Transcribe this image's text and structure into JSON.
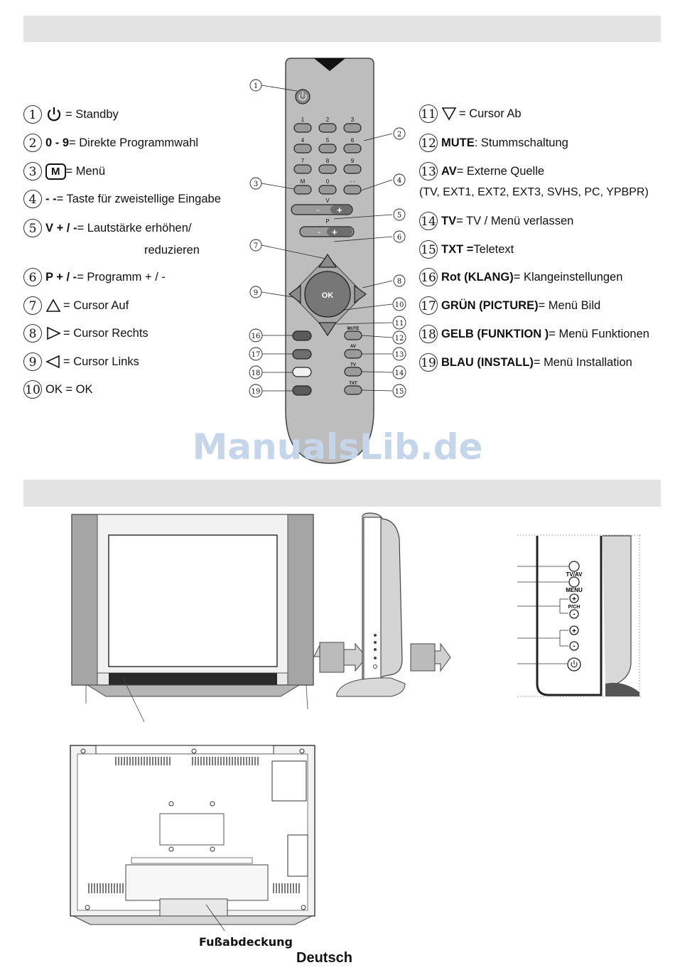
{
  "legend_left": [
    {
      "num": "1",
      "icon": "power-icon",
      "bold": "",
      "text": "= Standby"
    },
    {
      "num": "2",
      "icon": "",
      "bold": "0 - 9",
      "text": " = Direkte Programmwahl"
    },
    {
      "num": "3",
      "icon": "menu-m-icon",
      "bold": "",
      "text": " = Menü"
    },
    {
      "num": "4",
      "icon": "",
      "bold": "- -",
      "text": " = Taste  für zweistellige Eingabe"
    },
    {
      "num": "5",
      "icon": "",
      "bold": "V + / -",
      "text": " = Lautstärke erhöhen/"
    },
    {
      "num": "",
      "icon": "",
      "bold": "",
      "text": "reduzieren"
    },
    {
      "num": "6",
      "icon": "",
      "bold": "P + / -",
      "text": " = Programm + / -"
    },
    {
      "num": "7",
      "icon": "triangle-up-icon",
      "bold": "",
      "text": " = Cursor Auf"
    },
    {
      "num": "8",
      "icon": "triangle-right-icon",
      "bold": "",
      "text": " = Cursor Rechts"
    },
    {
      "num": "9",
      "icon": "triangle-left-icon",
      "bold": "",
      "text": " = Cursor Links"
    },
    {
      "num": "10",
      "icon": "",
      "bold": "",
      "text": "OK = OK"
    }
  ],
  "legend_right": [
    {
      "num": "11",
      "icon": "triangle-down-icon",
      "bold": "",
      "text": " = Cursor Ab"
    },
    {
      "num": "12",
      "icon": "",
      "bold": "MUTE",
      "text": ": Stummschaltung"
    },
    {
      "num": "13",
      "icon": "",
      "bold": "AV",
      "text": " = Externe Quelle"
    },
    {
      "num": "",
      "icon": "",
      "bold": "",
      "text": "(TV, EXT1, EXT2, EXT3, SVHS, PC, YPBPR)"
    },
    {
      "num": "14",
      "icon": "",
      "bold": "TV",
      "text": " = TV / Menü verlassen"
    },
    {
      "num": "15",
      "icon": "",
      "bold": "TXT =",
      "text": " Teletext"
    },
    {
      "num": "16",
      "icon": "",
      "bold": "Rot (KLANG)",
      "text": " = Klangeinstellungen"
    },
    {
      "num": "17",
      "icon": "",
      "bold": "GRÜN (PICTURE)",
      "text": " = Menü Bild"
    },
    {
      "num": "18",
      "icon": "",
      "bold": "GELB (FUNKTION )",
      "text": "= Menü Funktionen"
    },
    {
      "num": "19",
      "icon": "",
      "bold": "BLAU (INSTALL)",
      "text": " = Menü Installation"
    }
  ],
  "remote": {
    "digits": [
      "1",
      "2",
      "3",
      "4",
      "5",
      "6",
      "7",
      "8",
      "9",
      "0"
    ],
    "menu_key": "M",
    "dash_key": "- -",
    "v_label": "V",
    "p_label": "P",
    "minus": "-",
    "plus": "+",
    "ok": "OK",
    "mute": "MUTE",
    "av": "AV",
    "tv": "TV",
    "txt": "TXT"
  },
  "watermark": "ManualsLib.de",
  "side_panel": {
    "tvav": "TV/AV",
    "menu": "MENU",
    "pch": "P/CH"
  },
  "footer": {
    "stand_label": "Fußabdeckung",
    "language": "Deutsch"
  }
}
